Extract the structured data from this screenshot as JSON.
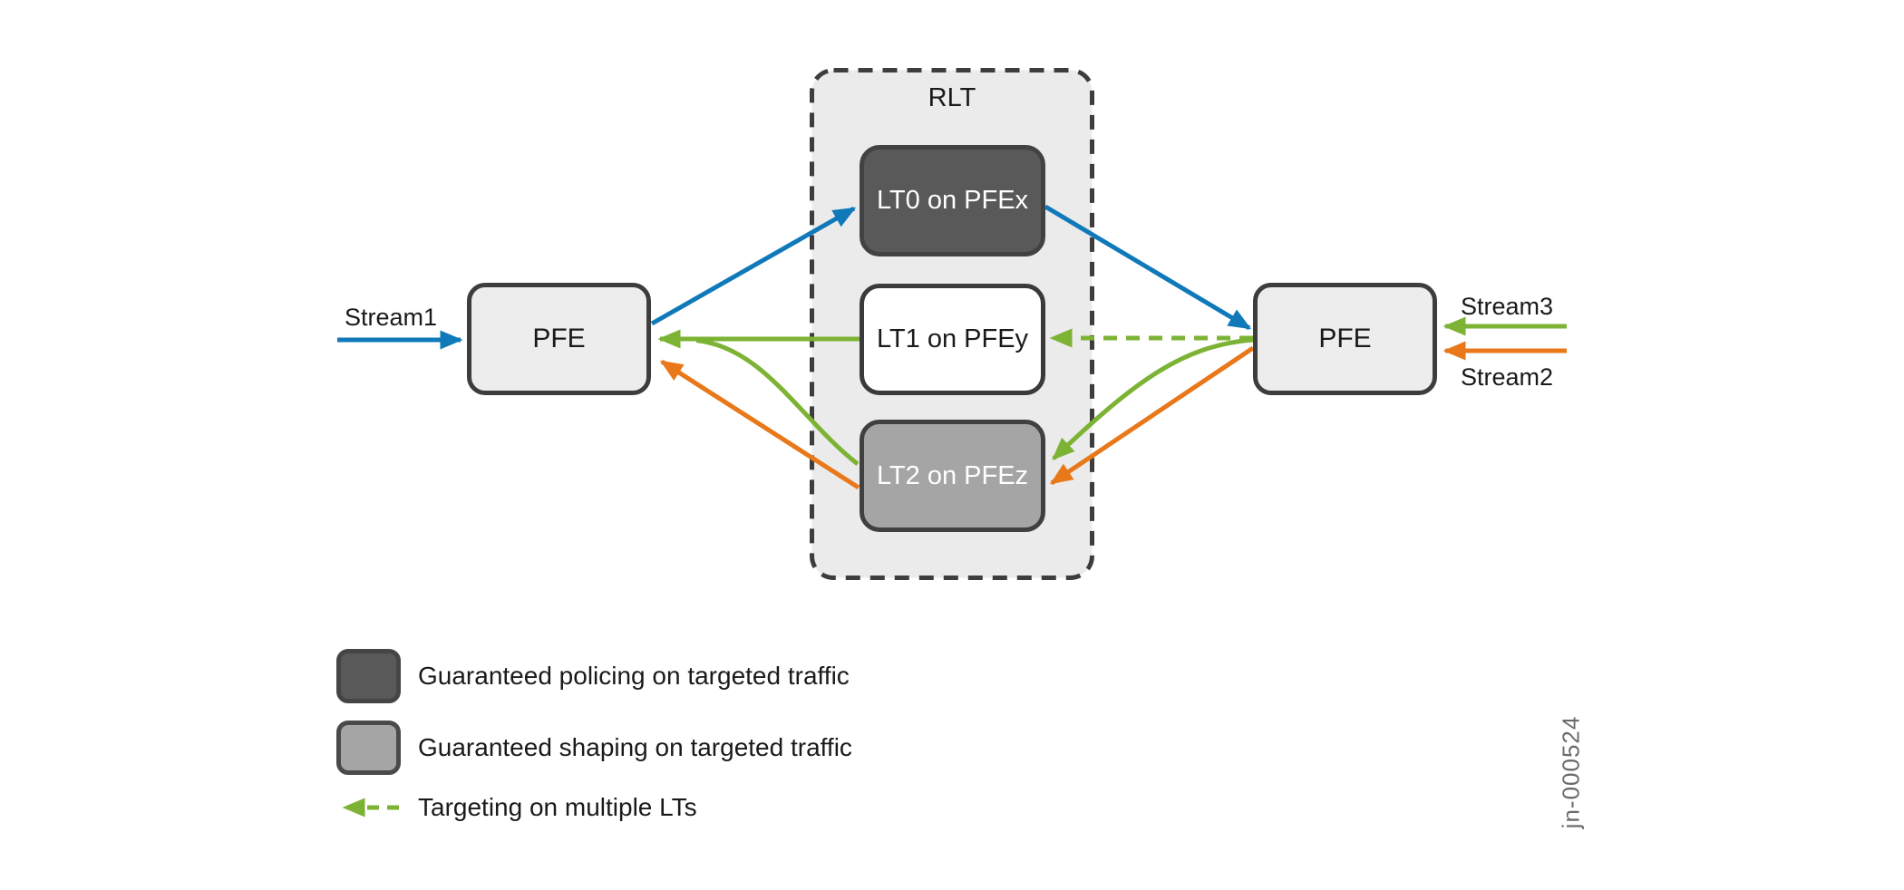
{
  "diagram": {
    "rlt": {
      "label": "RLT",
      "nodes": [
        {
          "id": "lt0",
          "label": "LT0 on PFEx",
          "variant": "policing"
        },
        {
          "id": "lt1",
          "label": "LT1 on PFEy",
          "variant": "plain"
        },
        {
          "id": "lt2",
          "label": "LT2 on PFEz",
          "variant": "shaping"
        }
      ]
    },
    "pfe_left": {
      "label": "PFE"
    },
    "pfe_right": {
      "label": "PFE"
    },
    "streams": {
      "stream1": {
        "label": "Stream1",
        "color": "#0f79ba"
      },
      "stream2": {
        "label": "Stream2",
        "color": "#e8781a"
      },
      "stream3": {
        "label": "Stream3",
        "color": "#7db335"
      }
    },
    "edges": [
      {
        "from": "pfe-left",
        "to": "lt0",
        "color": "blue",
        "style": "solid"
      },
      {
        "from": "lt0",
        "to": "pfe-right",
        "color": "blue",
        "style": "solid"
      },
      {
        "from": "pfe-right",
        "to": "lt1",
        "color": "green",
        "style": "dashed"
      },
      {
        "from": "lt1",
        "to": "pfe-left",
        "color": "green",
        "style": "solid"
      },
      {
        "from": "lt2",
        "to": "pfe-left",
        "color": "green",
        "style": "solid"
      },
      {
        "from": "pfe-right",
        "to": "lt2",
        "color": "green",
        "style": "solid"
      },
      {
        "from": "pfe-right",
        "to": "lt2",
        "color": "orange",
        "style": "solid"
      },
      {
        "from": "lt2",
        "to": "pfe-left",
        "color": "orange",
        "style": "solid"
      },
      {
        "from": "stream1",
        "to": "pfe-left",
        "color": "blue",
        "style": "solid"
      },
      {
        "from": "stream3",
        "to": "pfe-right",
        "color": "green",
        "style": "solid"
      },
      {
        "from": "stream2",
        "to": "pfe-right",
        "color": "orange",
        "style": "solid"
      }
    ]
  },
  "legend": {
    "items": [
      {
        "swatch": "dark-box",
        "label": "Guaranteed policing on targeted traffic"
      },
      {
        "swatch": "light-box",
        "label": "Guaranteed shaping on targeted traffic"
      },
      {
        "swatch": "green-dashed-arrow",
        "label": "Targeting on multiple LTs"
      }
    ]
  },
  "figure_id": "jn-000524",
  "colors": {
    "blue": "#0f79ba",
    "green": "#7db335",
    "orange": "#e8781a",
    "dark_box": "#595959",
    "light_box": "#a5a5a5",
    "box_border": "#3d3d3d",
    "container_fill": "#ebebeb",
    "pfe_fill": "#ededed",
    "text": "#1a1a1a",
    "figure_id_text": "#6b6b6b"
  }
}
